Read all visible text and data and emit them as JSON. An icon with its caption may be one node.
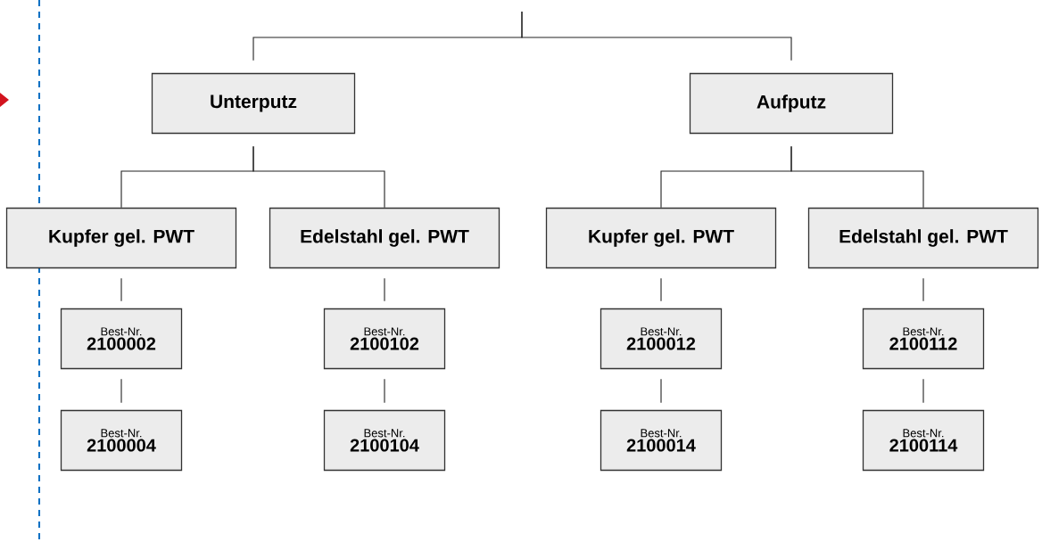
{
  "diagram": {
    "nodes": [
      {
        "text": [
          "Unterputz"
        ]
      },
      {
        "text": [
          "Aufputz"
        ]
      },
      {
        "text": [
          "Kupfer gel. PWT"
        ]
      },
      {
        "text": [
          "Edelstahl gel. PWT"
        ]
      },
      {
        "text": [
          "Kupfer gel. PWT"
        ]
      },
      {
        "text": [
          "Edelstahl gel. PWT"
        ]
      },
      {
        "text": [
          "Best-Nr.",
          "2100002"
        ]
      },
      {
        "text": [
          "Best-Nr.",
          "2100004"
        ]
      },
      {
        "text": [
          "Best-Nr.",
          "2100102"
        ]
      },
      {
        "text": [
          "Best-Nr.",
          "2100104"
        ]
      },
      {
        "text": [
          "Best-Nr.",
          "2100012"
        ]
      },
      {
        "text": [
          "Best-Nr.",
          "2100014"
        ]
      },
      {
        "text": [
          "Best-Nr.",
          "2100112"
        ]
      },
      {
        "text": [
          "Best-Nr.",
          "2100114"
        ]
      }
    ],
    "edges": [
      {
        "from": null,
        "to": 0,
        "arrow": "none"
      },
      {
        "from": null,
        "to": 1,
        "arrow": "none"
      },
      {
        "from": 0,
        "to": 2,
        "arrow": "none"
      },
      {
        "from": 0,
        "to": 3,
        "arrow": "none"
      },
      {
        "from": 1,
        "to": 4,
        "arrow": "none"
      },
      {
        "from": 1,
        "to": 5,
        "arrow": "none"
      },
      {
        "from": 2,
        "to": 6,
        "arrow": "none"
      },
      {
        "from": 6,
        "to": 7,
        "arrow": "none"
      },
      {
        "from": 3,
        "to": 8,
        "arrow": "none"
      },
      {
        "from": 8,
        "to": 9,
        "arrow": "none"
      },
      {
        "from": 4,
        "to": 10,
        "arrow": "none"
      },
      {
        "from": 10,
        "to": 11,
        "arrow": "none"
      },
      {
        "from": 5,
        "to": 12,
        "arrow": "none"
      },
      {
        "from": 12,
        "to": 13,
        "arrow": "none"
      }
    ]
  }
}
